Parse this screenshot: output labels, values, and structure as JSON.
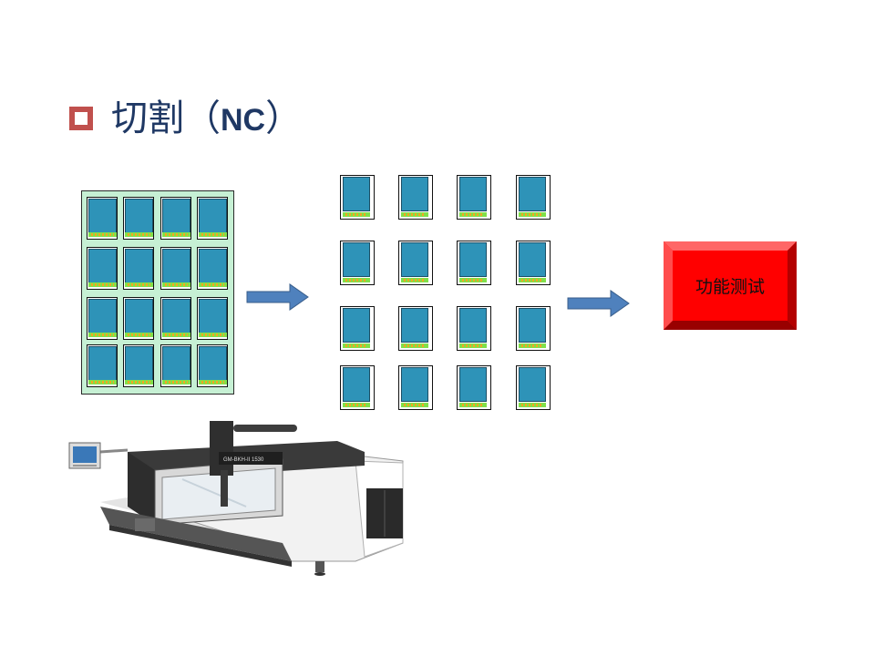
{
  "title": {
    "text": "切割（",
    "latin": "NC",
    "close": "）"
  },
  "sheet": {
    "rows": 4,
    "cols": 4
  },
  "cut_cells": {
    "rows": 4,
    "cols": 4
  },
  "test_box": {
    "label": "功能测试"
  },
  "machine": {
    "label": "GM-BKH-II 1530"
  },
  "colors": {
    "accent": "#c0504d",
    "title": "#1f3864",
    "screen": "#2e93b8",
    "sheet": "#c6f0d4",
    "pads": "#80e04a",
    "arrow": "#4f81bd",
    "test_box": "#ff0000"
  }
}
